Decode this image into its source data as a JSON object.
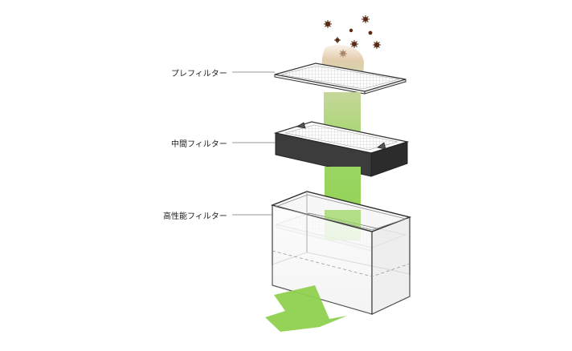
{
  "labels": {
    "pre_filter": "プレフィルター",
    "middle_filter": "中間フィルター",
    "hepa_filter": "高性能フィルター"
  },
  "colors": {
    "airflow_green": "#8fd14f",
    "airflow_tan": "#e3c7a4",
    "middle_filter_body": "#3c3c3c",
    "particles": "#5a2c16",
    "outline": "#333333"
  }
}
